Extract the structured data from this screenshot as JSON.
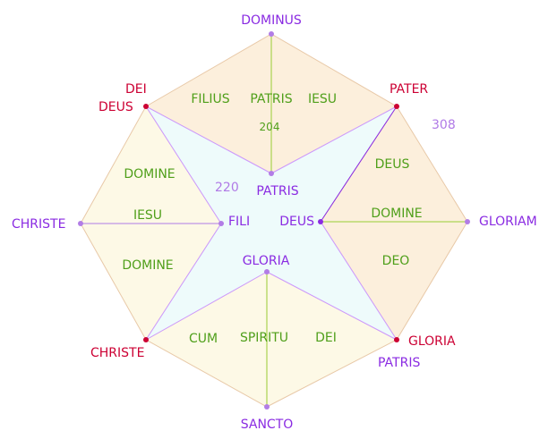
{
  "colors": {
    "background": "#ffffff",
    "peach_fill": "#fcefdc",
    "peach_stroke": "#e8c9a8",
    "cream_fill": "#fdf9e6",
    "cream_stroke": "#e8c9a8",
    "star_fill": "#eefbfb",
    "star_stroke": "#cc99ff",
    "green": "#4f9f1a",
    "green_line": "#99cc33",
    "crimson": "#cc0033",
    "purple": "#8a2be2",
    "lavender": "#b07ae6",
    "light_purple_dot": "#b27de6"
  },
  "labels": {
    "dominus": "DOMINUS",
    "dei": "DEI",
    "deus_nw": "DEUS",
    "pater": "PATER",
    "num_308": "308",
    "filius": "FILIUS",
    "patris_top": "PATRIS",
    "iesu_top": "IESU",
    "num_204": "204",
    "patris_center": "PATRIS",
    "num_220": "220",
    "domine_left_upper": "DOMINE",
    "iesu_left": "IESU",
    "domine_left_lower": "DOMINE",
    "christe_w": "CHRISTE",
    "fili": "FILI",
    "deus_center": "DEUS",
    "deus_right": "DEUS",
    "domine_right": "DOMINE",
    "deo": "DEO",
    "gloriam": "GLORIAM",
    "gloria_center": "GLORIA",
    "christe_sw": "CHRISTE",
    "cum": "CUM",
    "spiritu": "SPIRITU",
    "dei_bottom": "DEI",
    "gloria_se": "GLORIA",
    "patris_se": "PATRIS",
    "sancto": "SANCTO"
  }
}
